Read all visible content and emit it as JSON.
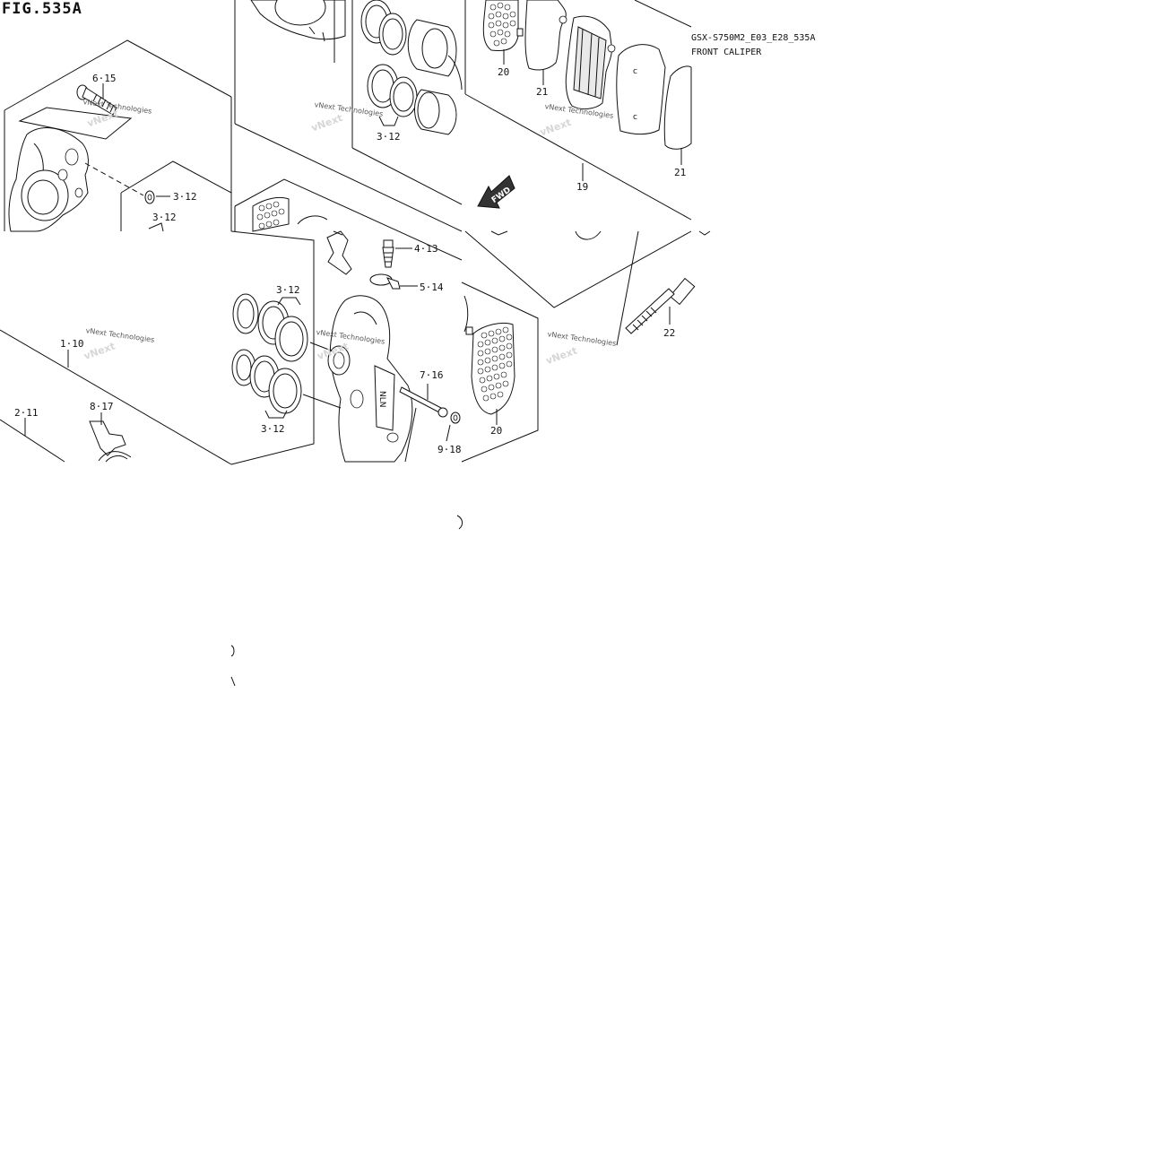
{
  "figure": {
    "title": "FIG.535A",
    "model_code": "GSX-S750M2_E03_E28_535A",
    "part_name": "FRONT CALIPER"
  },
  "callouts": {
    "c6_15": "6·15",
    "c3_12_a": "3·12",
    "c3_12_b": "3·12",
    "c3_12_c": "3·12",
    "c3_12_d": "3·12",
    "c3_12_e": "3·12",
    "c20_a": "20",
    "c21_a": "21",
    "c21_b": "21",
    "c19": "19",
    "c4_13": "4·13",
    "c5_14": "5·14",
    "c1_10": "1·10",
    "c2_11": "2·11",
    "c8_17": "8·17",
    "c7_16": "7·16",
    "c9_18": "9·18",
    "c20_b": "20",
    "c22": "22"
  },
  "direction_arrow": {
    "label": "FWD"
  },
  "watermark": {
    "text": "vNext Technologies"
  },
  "colors": {
    "line": "#111111",
    "pad_fill": "#e9e9e9",
    "watermark": "#555555"
  }
}
